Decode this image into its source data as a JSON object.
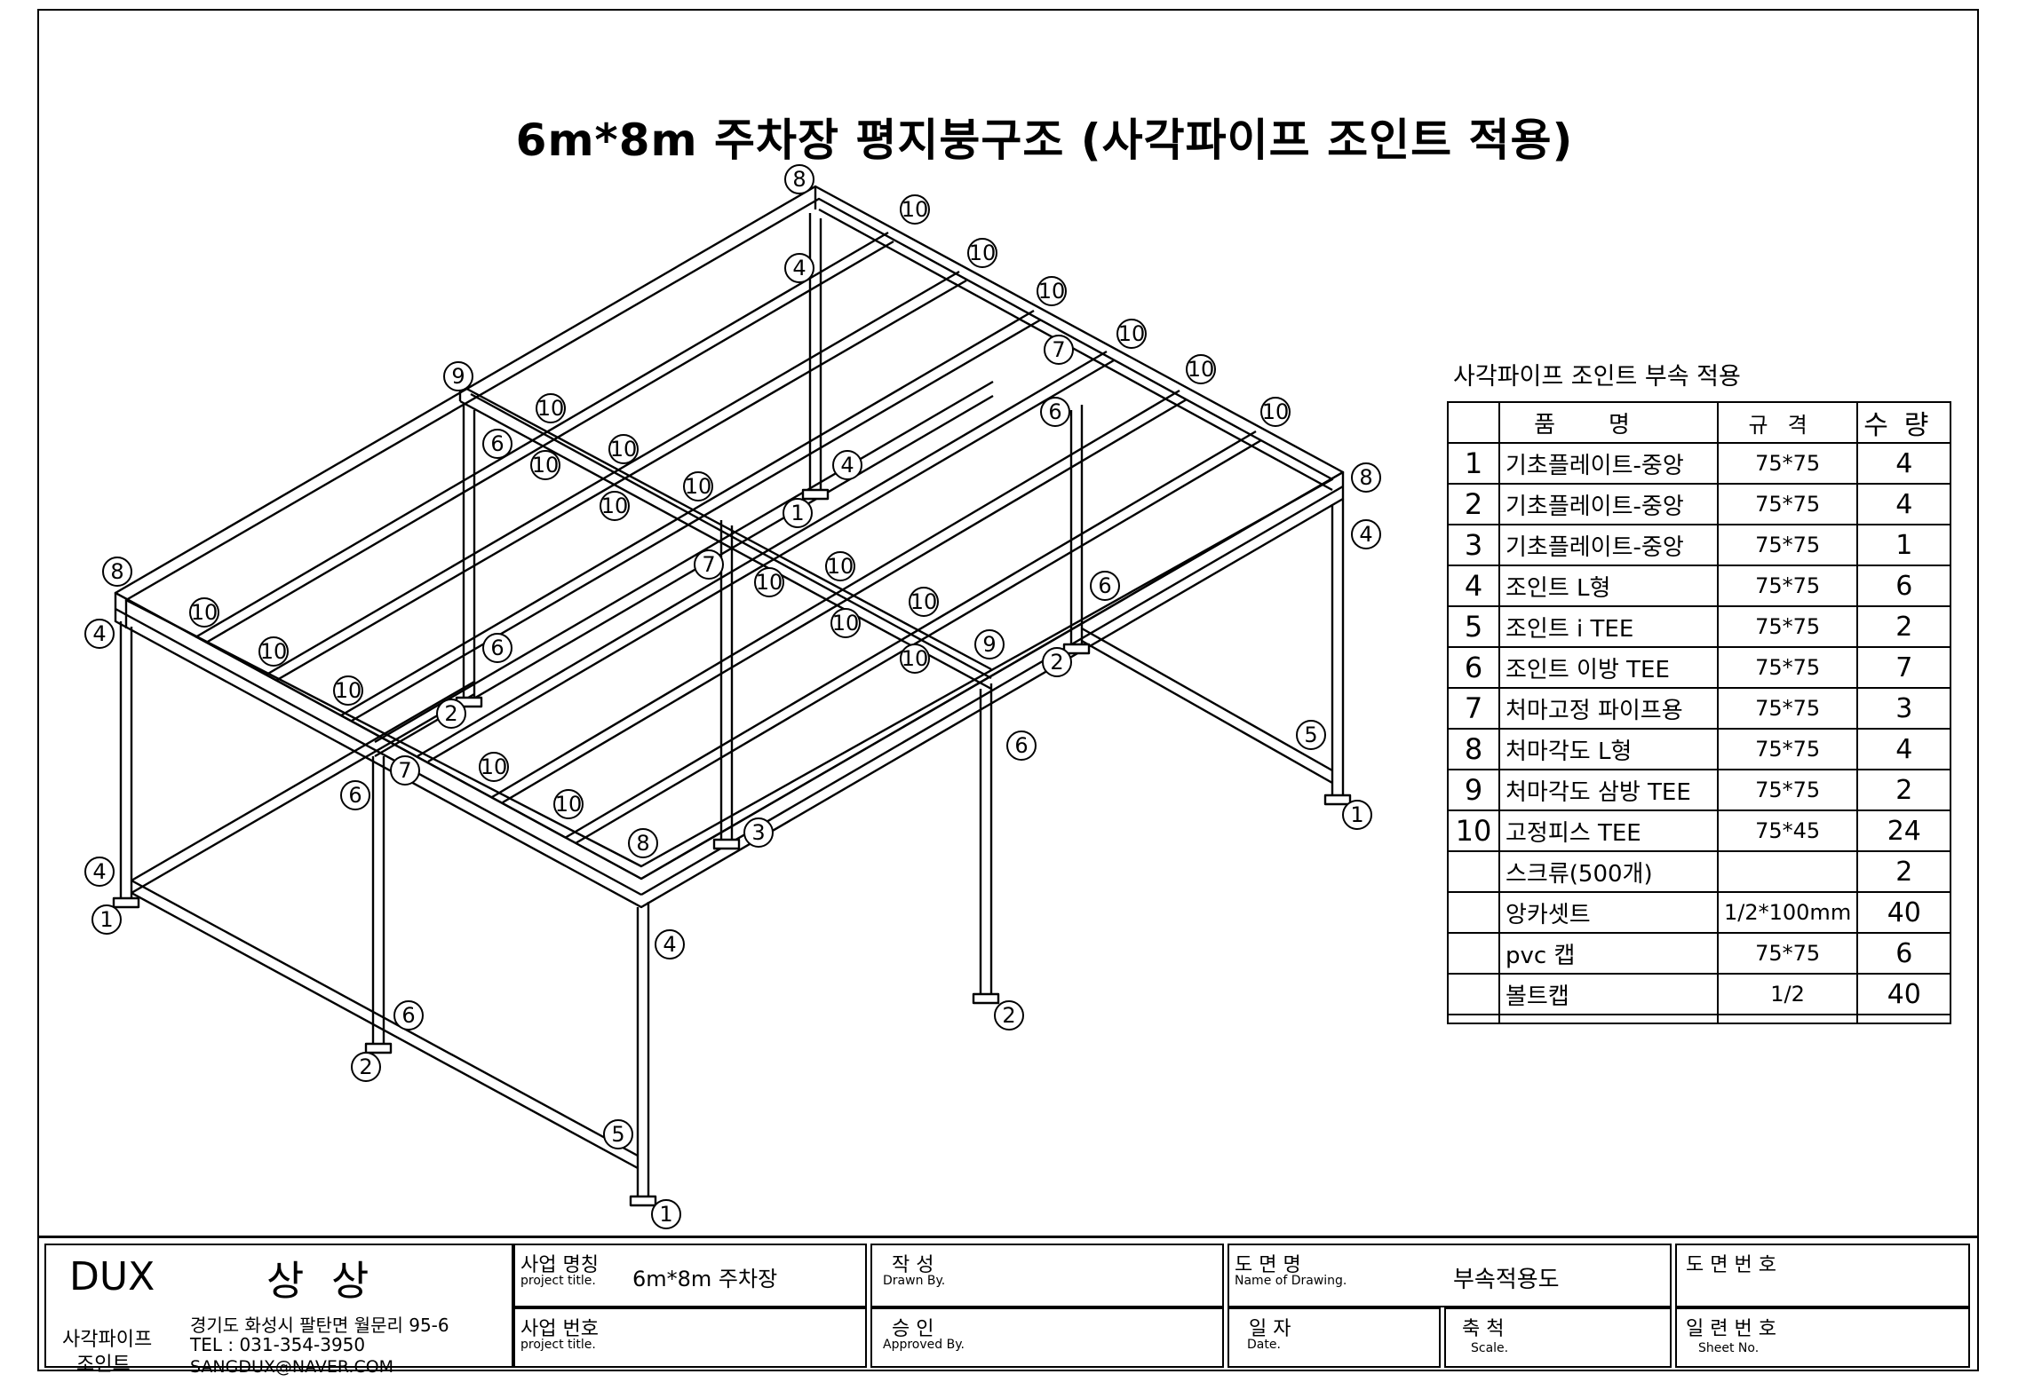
{
  "title": "6m*8m 주차장 평지붕구조 (사각파이프 조인트 적용)",
  "callouts": {
    "c1": "1",
    "c2": "2",
    "c3": "3",
    "c4": "4",
    "c5": "5",
    "c6": "6",
    "c7": "7",
    "c8": "8",
    "c9": "9",
    "c10": "10"
  },
  "parts_table": {
    "caption": "사각파이프 조인트 부속 적용",
    "headers": {
      "name": "품명",
      "spec": "규격",
      "qty": "수량"
    },
    "rows": [
      {
        "no": "1",
        "name": "기초플레이트-중앙",
        "spec": "75*75",
        "qty": "4"
      },
      {
        "no": "2",
        "name": "기초플레이트-중앙",
        "spec": "75*75",
        "qty": "4"
      },
      {
        "no": "3",
        "name": "기초플레이트-중앙",
        "spec": "75*75",
        "qty": "1"
      },
      {
        "no": "4",
        "name": "조인트 L형",
        "spec": "75*75",
        "qty": "6"
      },
      {
        "no": "5",
        "name": "조인트 i TEE",
        "spec": "75*75",
        "qty": "2"
      },
      {
        "no": "6",
        "name": "조인트 이방 TEE",
        "spec": "75*75",
        "qty": "7"
      },
      {
        "no": "7",
        "name": "처마고정 파이프용",
        "spec": "75*75",
        "qty": "3"
      },
      {
        "no": "8",
        "name": "처마각도 L형",
        "spec": "75*75",
        "qty": "4"
      },
      {
        "no": "9",
        "name": "처마각도 삼방 TEE",
        "spec": "75*75",
        "qty": "2"
      },
      {
        "no": "10",
        "name": "고정피스 TEE",
        "spec": "75*45",
        "qty": "24"
      },
      {
        "no": "",
        "name": "스크류(500개)",
        "spec": "",
        "qty": "2"
      },
      {
        "no": "",
        "name": "앙카셋트",
        "spec": "1/2*100mm",
        "qty": "40"
      },
      {
        "no": "",
        "name": "pvc 캡",
        "spec": "75*75",
        "qty": "6"
      },
      {
        "no": "",
        "name": "볼트캡",
        "spec": "1/2",
        "qty": "40"
      }
    ]
  },
  "title_block": {
    "company": "DUX",
    "company_name": "상 상",
    "product_line_1": "사각파이프",
    "product_line_2": "조인트",
    "address": "경기도 화성시 팔탄면 월문리 95-6",
    "tel": "TEL : 031-354-3950",
    "email": "SANGDUX@NAVER.COM",
    "project_name_label": "사업 명칭",
    "project_name_sub": "project title.",
    "project_name_value": "6m*8m 주차장",
    "project_no_label": "사업 번호",
    "project_no_sub": "project title.",
    "drawn_label": "작   성",
    "drawn_sub": "Drawn By.",
    "approved_label": "승   인",
    "approved_sub": "Approved By.",
    "drawing_name_label": "도  면  명",
    "drawing_name_sub": "Name of Drawing.",
    "drawing_name_value": "부속적용도",
    "date_label": "일  자",
    "date_sub": "Date.",
    "scale_label": "축  척",
    "scale_sub": "Scale.",
    "drawing_no_label": "도 면 번 호",
    "sheet_no_label": "일 련 번 호",
    "sheet_no_sub": "Sheet No."
  }
}
